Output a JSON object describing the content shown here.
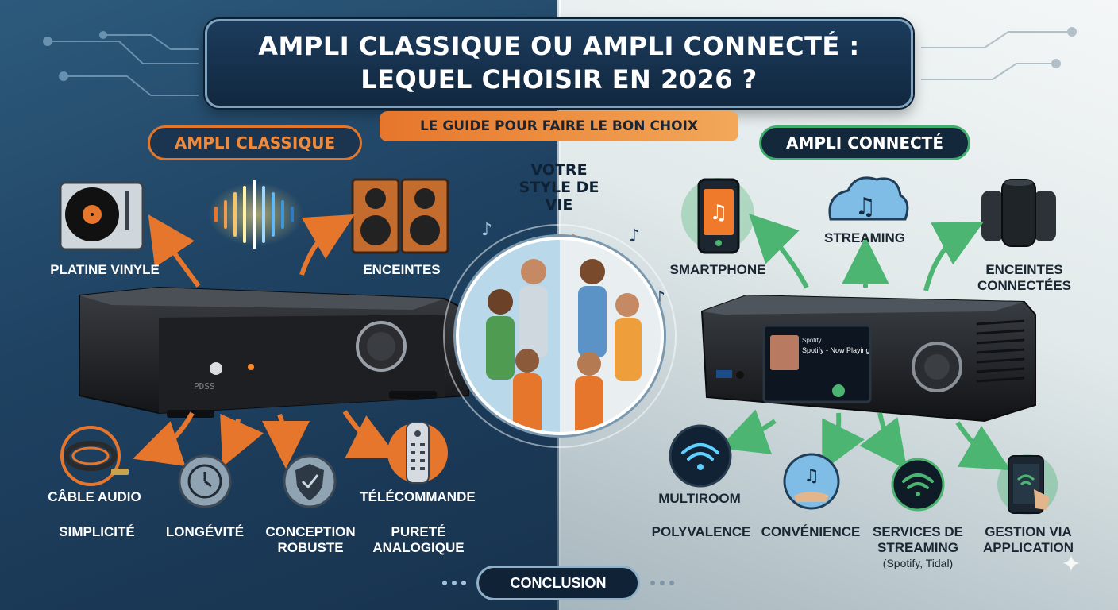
{
  "title": {
    "line1": "AMPLI CLASSIQUE OU AMPLI CONNECTÉ :",
    "line2": "LEQUEL CHOISIR EN 2026 ?"
  },
  "subtitle": "LE GUIDE POUR FAIRE LE BON CHOIX",
  "left": {
    "heading": "AMPLI CLASSIQUE",
    "sources": [
      "PLATINE VINYLE",
      "ENCEINTES"
    ],
    "accessories": [
      "CÂBLE AUDIO",
      "TÉLÉCOMMANDE"
    ],
    "traits": [
      "SIMPLICITÉ",
      "LONGÉVITÉ",
      "CONCEPTION ROBUSTE",
      "PURETÉ ANALOGIQUE"
    ],
    "device_brand": "PDSS"
  },
  "center": {
    "label": "VOTRE STYLE DE VIE",
    "conclusion": "CONCLUSION"
  },
  "right": {
    "heading": "AMPLI CONNECTÉ",
    "sources": [
      "SMARTPHONE",
      "STREAMING",
      "ENCEINTES CONNECTÉES"
    ],
    "feature_top": "MULTIROOM",
    "traits": [
      "POLYVALENCE",
      "CONVÉNIENCE",
      "SERVICES DE STREAMING",
      "GESTION VIA APPLICATION"
    ],
    "streaming_note": "(Spotify, Tidal)",
    "screen": {
      "app": "Spotify",
      "now_playing": "Spotify - Now Playing"
    }
  },
  "colors": {
    "orange": "#e6762b",
    "green": "#3fae6c",
    "navy": "#11283f"
  }
}
